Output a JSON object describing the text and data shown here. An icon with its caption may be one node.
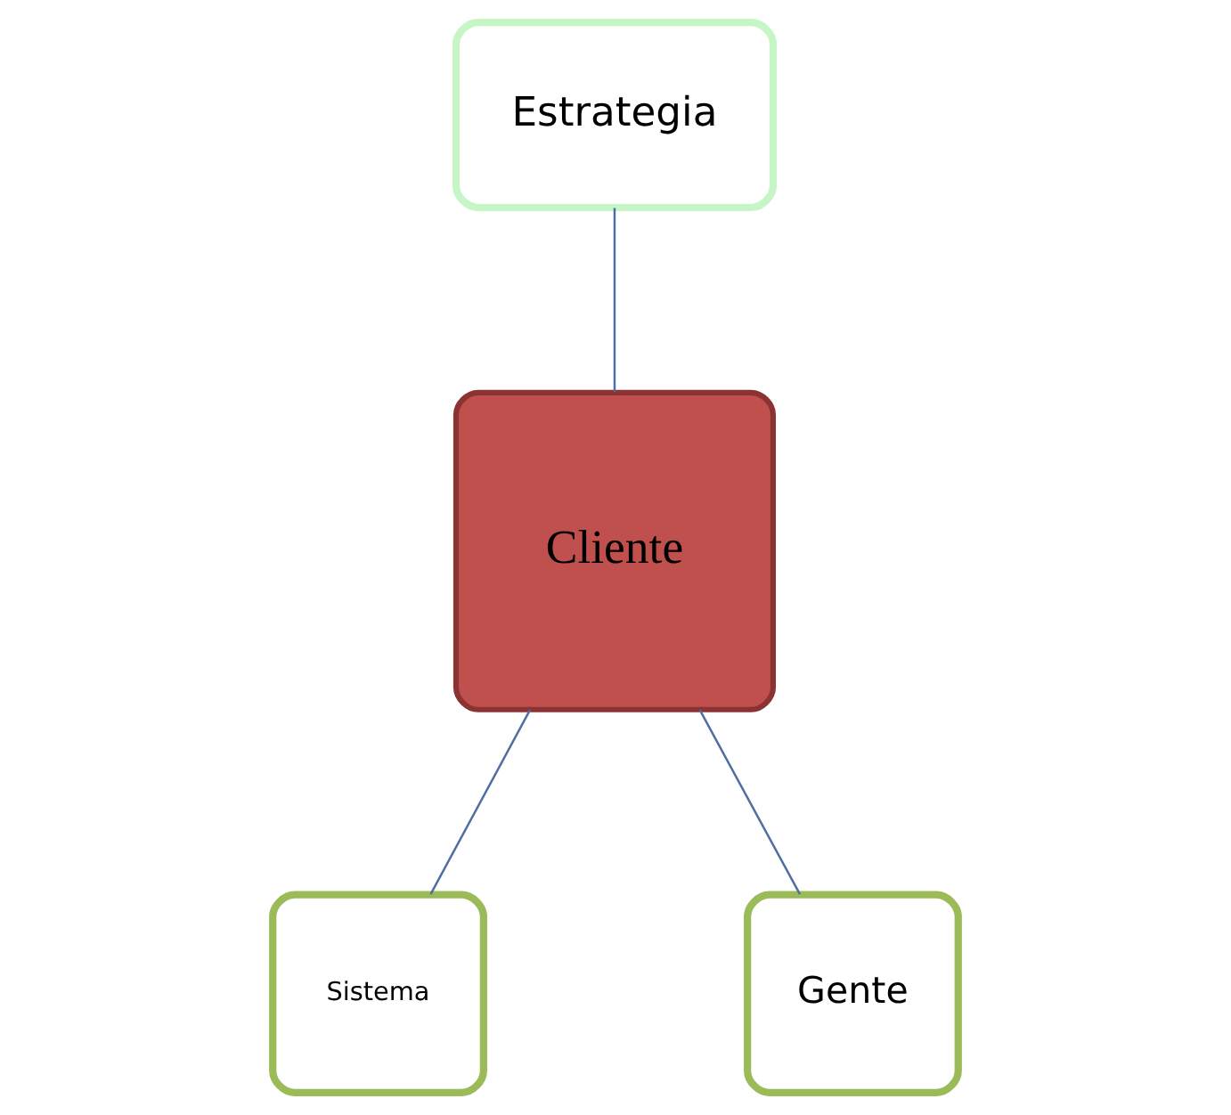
{
  "diagram": {
    "nodes": [
      {
        "text": [
          "Estrategia"
        ]
      },
      {
        "text": [
          "Cliente"
        ]
      },
      {
        "text": [
          "Sistema"
        ]
      },
      {
        "text": [
          "Gente"
        ]
      }
    ],
    "edges": [
      {
        "from": 0,
        "to": 1,
        "arrow": "none"
      },
      {
        "from": 1,
        "to": 2,
        "arrow": "none"
      },
      {
        "from": 1,
        "to": 3,
        "arrow": "none"
      }
    ]
  }
}
